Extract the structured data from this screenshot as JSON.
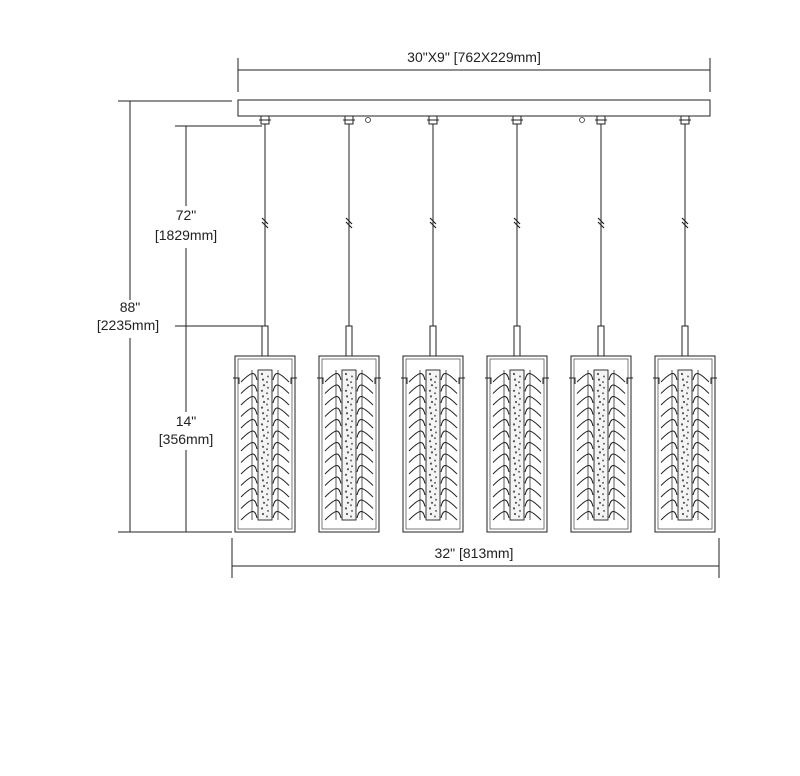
{
  "dimensions": {
    "canopy": "30\"X9\" [762X229mm]",
    "overall_height": {
      "inches": "88\"",
      "mm": "[2235mm]"
    },
    "cord_length": {
      "inches": "72\"",
      "mm": "[1829mm]"
    },
    "shade_height": {
      "inches": "14\"",
      "mm": "[356mm]"
    },
    "overall_width": "32\" [813mm]"
  },
  "pendant_count": 6,
  "colors": {
    "line": "#222222",
    "background": "#ffffff"
  }
}
